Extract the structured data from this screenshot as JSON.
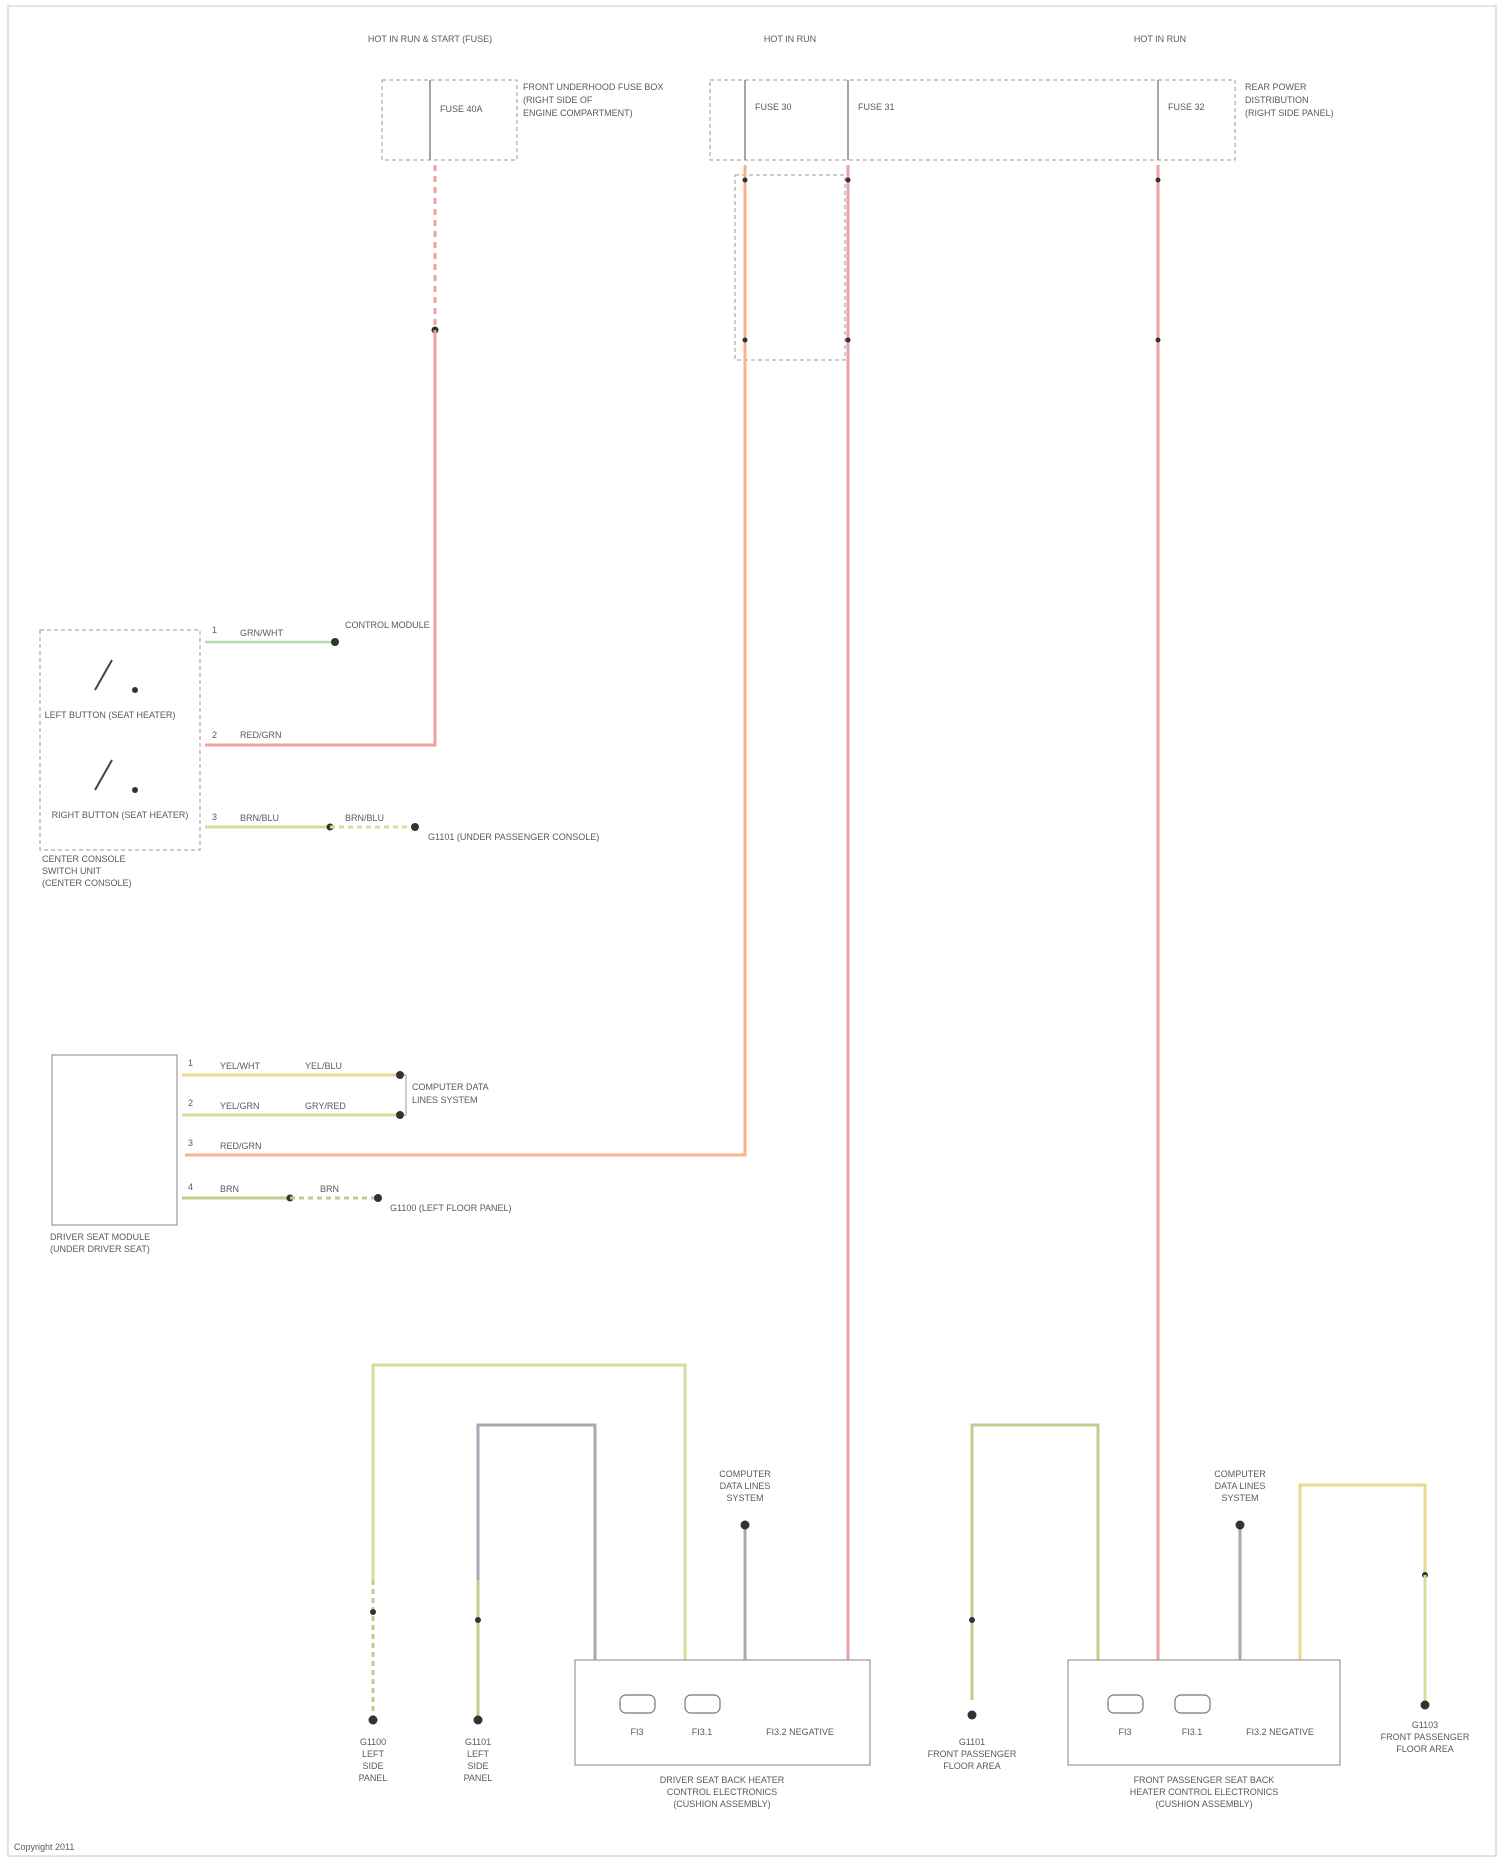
{
  "fuses": [
    {
      "header": "HOT IN RUN & START (FUSE)",
      "fuse_label": "FUSE 40A",
      "location_lines": [
        "FRONT UNDERHOOD FUSE BOX",
        "(RIGHT SIDE OF",
        "ENGINE COMPARTMENT)"
      ]
    },
    {
      "header": "HOT IN RUN",
      "fuse_label": "FUSE 30",
      "location_lines": []
    },
    {
      "header": "HOT IN RUN",
      "fuse_label": "FUSE 31",
      "location_lines": []
    },
    {
      "header": "HOT IN RUN",
      "fuse_label": "FUSE 32",
      "location_lines": [
        "REAR POWER",
        "DISTRIBUTION",
        "(RIGHT SIDE PANEL)"
      ]
    }
  ],
  "wire_colors": {
    "red": "#f0a0a0",
    "orange": "#f5b48a",
    "green": "#b6dcae",
    "yellow": "#e8d890",
    "gray": "#a8a8b4"
  },
  "switch_group": {
    "left_switch": "LEFT BUTTON (SEAT HEATER)",
    "right_switch": "RIGHT BUTTON (SEAT HEATER)",
    "caption": [
      "CENTER CONSOLE",
      "SWITCH UNIT",
      "(CENTER CONSOLE)"
    ],
    "pins": [
      {
        "num": "1",
        "wire": "GRN/WHT",
        "dest": "CONTROL MODULE"
      },
      {
        "num": "2",
        "wire": "RED/GRN"
      },
      {
        "num": "3",
        "wire": "BRN/BLU",
        "wire2": "BRN/BLU",
        "dest": "G1101 (UNDER PASSENGER CONSOLE)"
      }
    ]
  },
  "seat_module": {
    "caption": [
      "DRIVER SEAT MODULE",
      "(UNDER DRIVER SEAT)"
    ],
    "pins": [
      {
        "num": "1",
        "wire": "YEL/WHT",
        "wire2": "YEL/BLU"
      },
      {
        "num": "2",
        "wire": "YEL/GRN",
        "wire2": "GRY/RED"
      },
      {
        "num": "3",
        "wire": "RED/GRN"
      },
      {
        "num": "4",
        "wire": "BRN",
        "wire2": "BRN",
        "dest": "G1100 (LEFT FLOOR PANEL)"
      }
    ],
    "dest_text": [
      "COMPUTER DATA",
      "LINES SYSTEM"
    ]
  },
  "driver_heater": {
    "caption": [
      "DRIVER SEAT BACK HEATER",
      "CONTROL ELECTRONICS",
      "(CUSHION ASSEMBLY)"
    ],
    "terms": [
      "FI3",
      "FI3.1",
      "FI3.2 NEGATIVE"
    ],
    "ground_label": [
      "COMPUTER",
      "DATA LINES",
      "SYSTEM"
    ],
    "grounds": [
      [
        "G1100",
        "LEFT",
        "SIDE",
        "PANEL"
      ],
      [
        "G1101",
        "LEFT",
        "SIDE",
        "PANEL"
      ]
    ]
  },
  "passenger_heater": {
    "caption": [
      "FRONT PASSENGER SEAT BACK",
      "HEATER CONTROL ELECTRONICS",
      "(CUSHION ASSEMBLY)"
    ],
    "terms": [
      "FI3",
      "FI3.1",
      "FI3.2 NEGATIVE"
    ],
    "ground_label": [
      "COMPUTER",
      "DATA LINES",
      "SYSTEM"
    ],
    "grounds": [
      [
        "G1101",
        "FRONT PASSENGER",
        "FLOOR AREA"
      ],
      [
        "G1103",
        "FRONT PASSENGER",
        "FLOOR AREA"
      ]
    ]
  },
  "footer": "Copyright 2011"
}
